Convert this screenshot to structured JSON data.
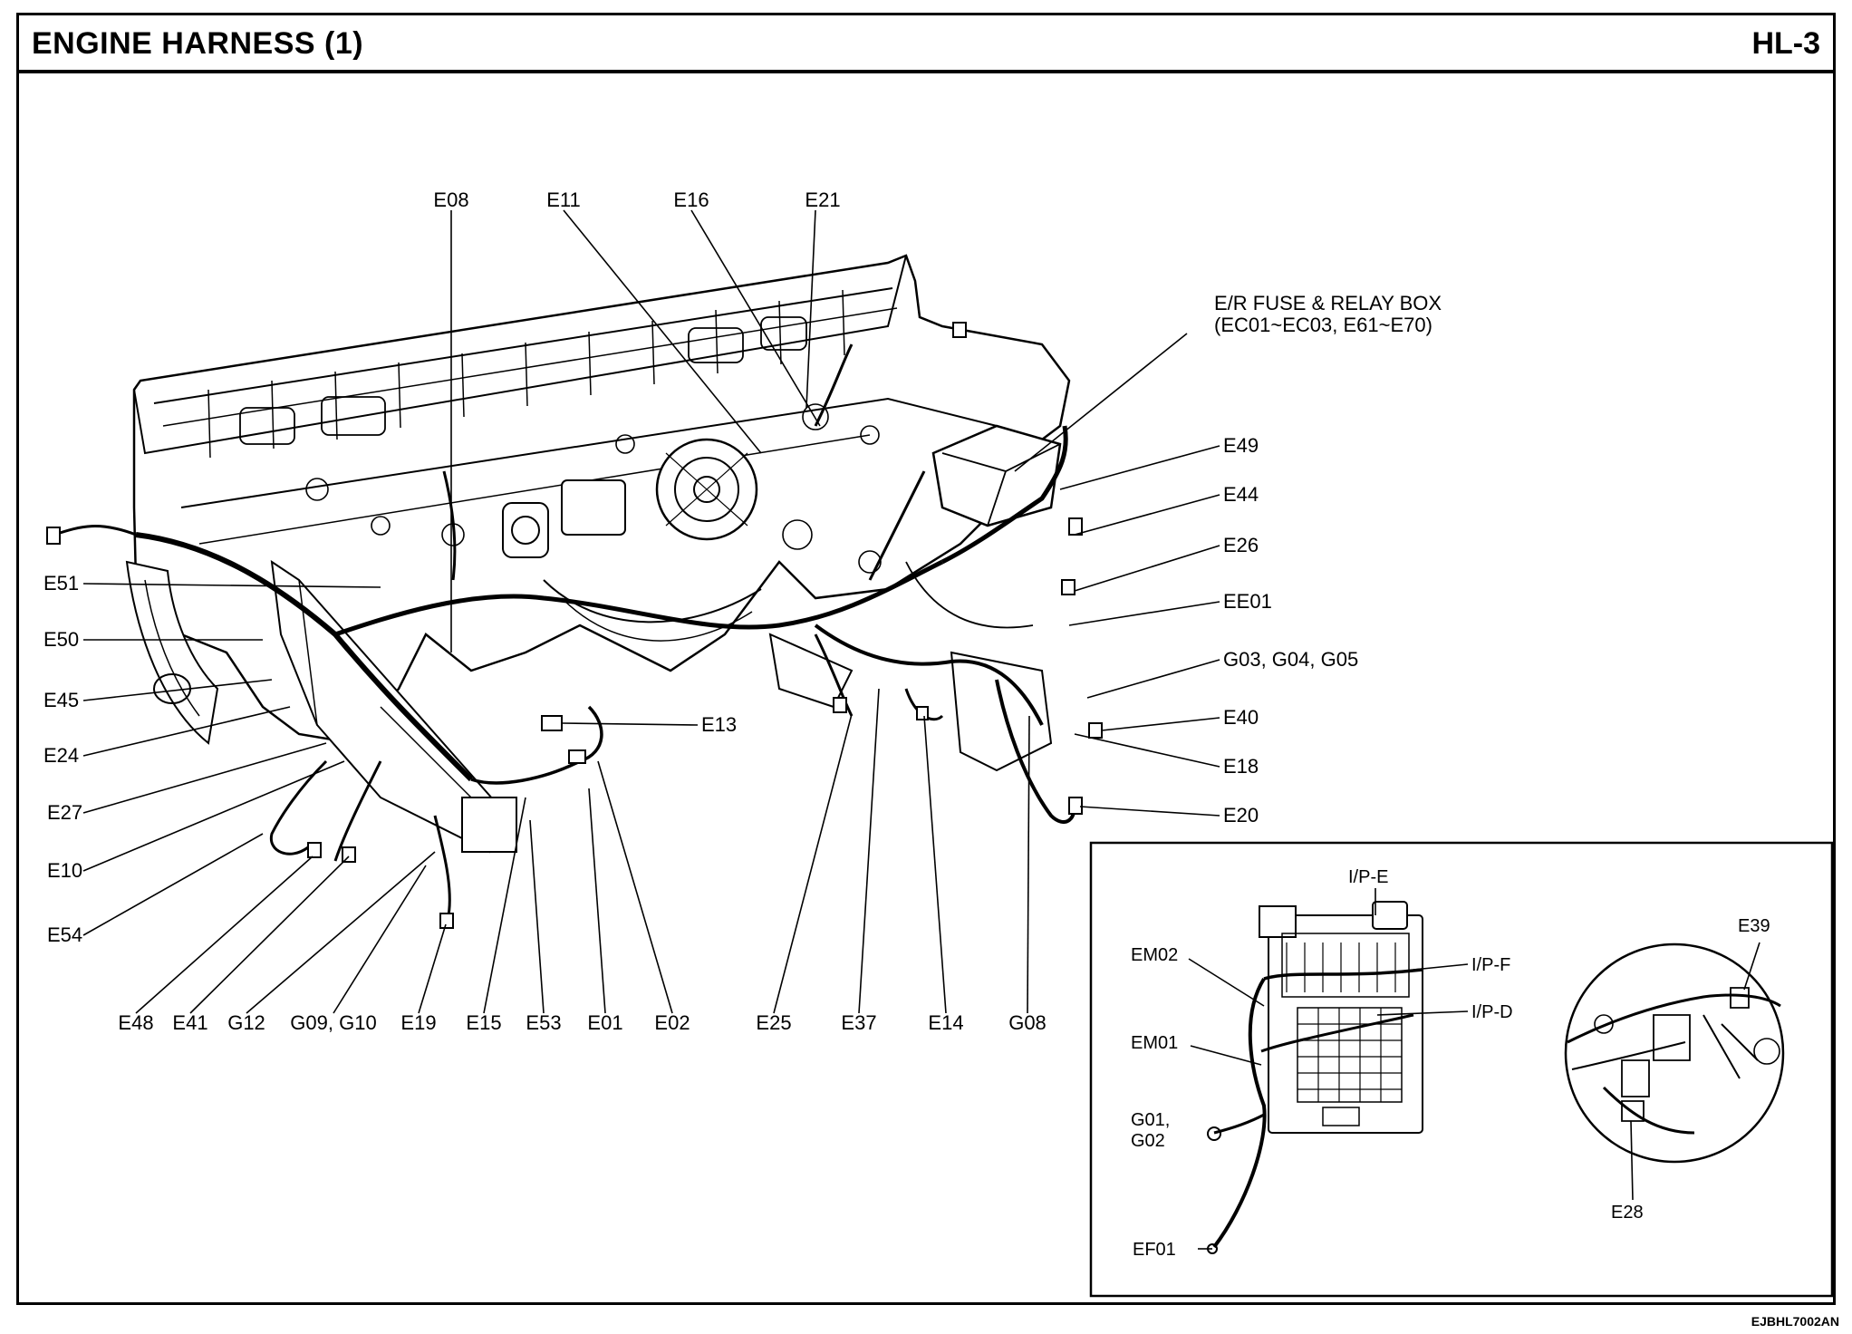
{
  "header": {
    "title": "ENGINE HARNESS (1)",
    "page_code": "HL-3"
  },
  "doc_code": "EJBHL7002AN",
  "top_labels": [
    "E08",
    "E11",
    "E16",
    "E21"
  ],
  "fuse_box": {
    "line1": "E/R FUSE & RELAY BOX",
    "line2": "(EC01~EC03, E61~E70)"
  },
  "right_labels": [
    "E49",
    "E44",
    "E26",
    "EE01",
    "G03, G04, G05",
    "E40",
    "E18",
    "E20"
  ],
  "left_labels": [
    "E51",
    "E50",
    "E45",
    "E24",
    "E27",
    "E10",
    "E54"
  ],
  "middle_labels": [
    "E13"
  ],
  "bottom_labels": [
    "E48",
    "E41",
    "G12",
    "G09, G10",
    "E19",
    "E15",
    "E53",
    "E01",
    "E02",
    "E25",
    "E37",
    "E14",
    "G08"
  ],
  "inset": {
    "labels": [
      "I/P-E",
      "EM02",
      "I/P-F",
      "I/P-D",
      "EM01",
      "G01,",
      "G02",
      "EF01"
    ],
    "circle_labels": [
      "E39",
      "E28"
    ]
  }
}
